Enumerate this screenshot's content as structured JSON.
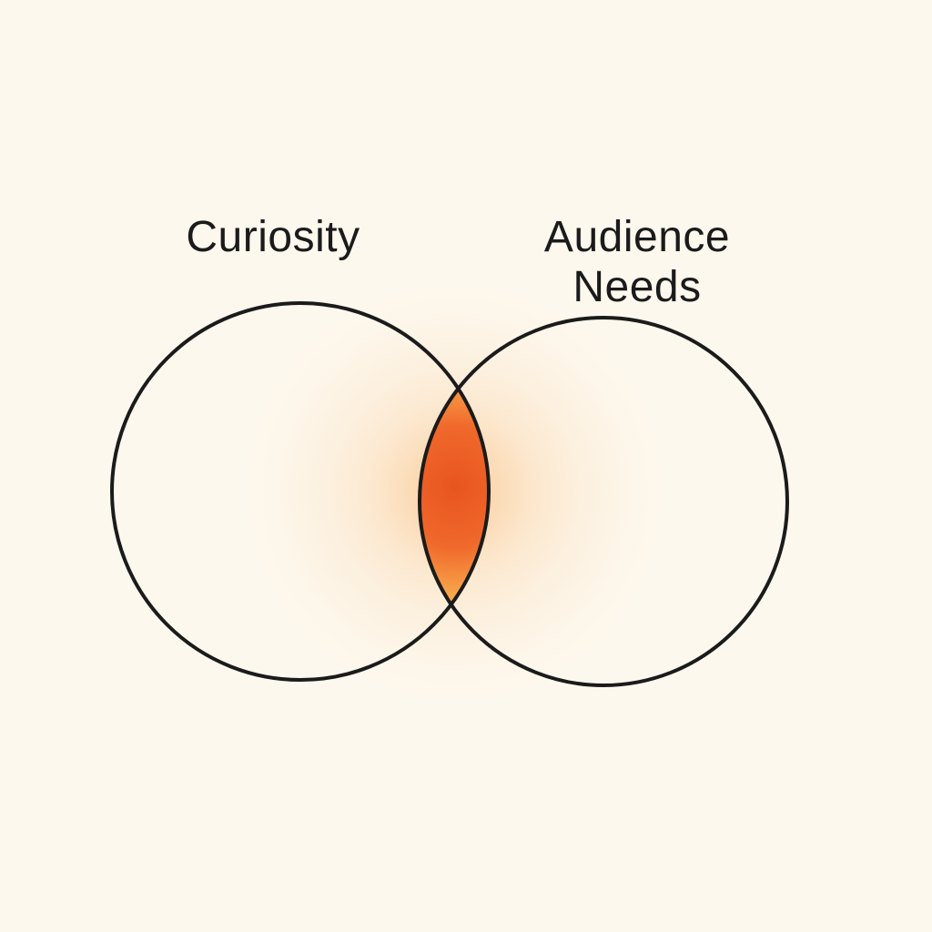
{
  "diagram": {
    "type": "venn",
    "sets": [
      {
        "label_lines": [
          "Curiosity"
        ]
      },
      {
        "label_lines": [
          "Audience",
          "Needs"
        ]
      }
    ],
    "colors": {
      "background": "#fdf8ee",
      "outline": "#1b1b1b",
      "intersection": "#f0652a",
      "glow": "#f7a24a"
    }
  }
}
